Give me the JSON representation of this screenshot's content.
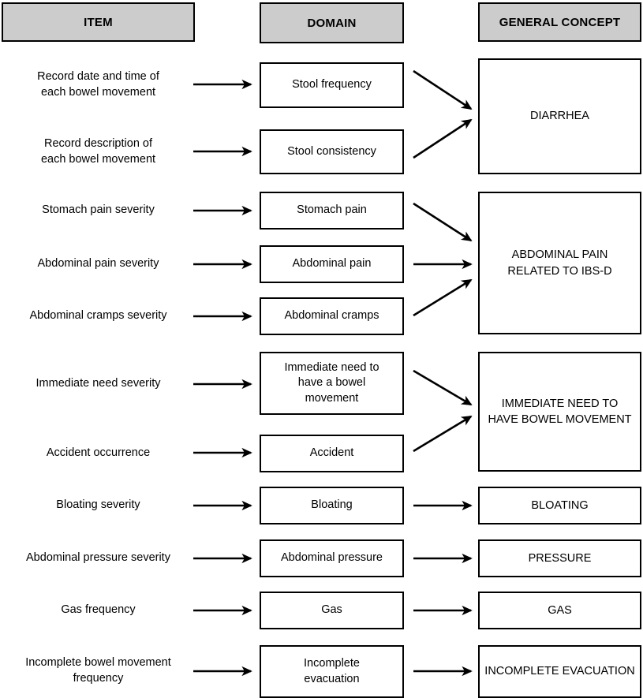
{
  "headers": [
    {
      "label": "ITEM"
    },
    {
      "label": "DOMAIN"
    },
    {
      "label": "GENERAL CONCEPT"
    }
  ],
  "items": [
    {
      "label": "Record date and time of\neach bowel movement"
    },
    {
      "label": "Record description of\neach bowel movement"
    },
    {
      "label": "Stomach pain severity"
    },
    {
      "label": "Abdominal pain severity"
    },
    {
      "label": "Abdominal cramps severity"
    },
    {
      "label": "Immediate need severity"
    },
    {
      "label": "Accident occurrence"
    },
    {
      "label": "Bloating severity"
    },
    {
      "label": "Abdominal pressure severity"
    },
    {
      "label": "Gas frequency"
    },
    {
      "label": "Incomplete bowel movement\nfrequency"
    }
  ],
  "domains": [
    {
      "label": "Stool frequency"
    },
    {
      "label": "Stool consistency"
    },
    {
      "label": "Stomach pain"
    },
    {
      "label": "Abdominal pain"
    },
    {
      "label": "Abdominal cramps"
    },
    {
      "label": "Immediate need to\nhave a bowel\nmovement"
    },
    {
      "label": "Accident"
    },
    {
      "label": "Bloating"
    },
    {
      "label": "Abdominal pressure"
    },
    {
      "label": "Gas"
    },
    {
      "label": "Incomplete\nevacuation"
    }
  ],
  "concepts": [
    {
      "label": "DIARRHEA"
    },
    {
      "label": "ABDOMINAL PAIN\nRELATED TO IBS-D"
    },
    {
      "label": "IMMEDIATE NEED TO\nHAVE BOWEL MOVEMENT"
    },
    {
      "label": "BLOATING"
    },
    {
      "label": "PRESSURE"
    },
    {
      "label": "GAS"
    },
    {
      "label": "INCOMPLETE EVACUATION"
    }
  ],
  "colors": {
    "header_fill": "#cccccc",
    "border": "#000000",
    "box_fill": "#ffffff",
    "text": "#000000"
  }
}
